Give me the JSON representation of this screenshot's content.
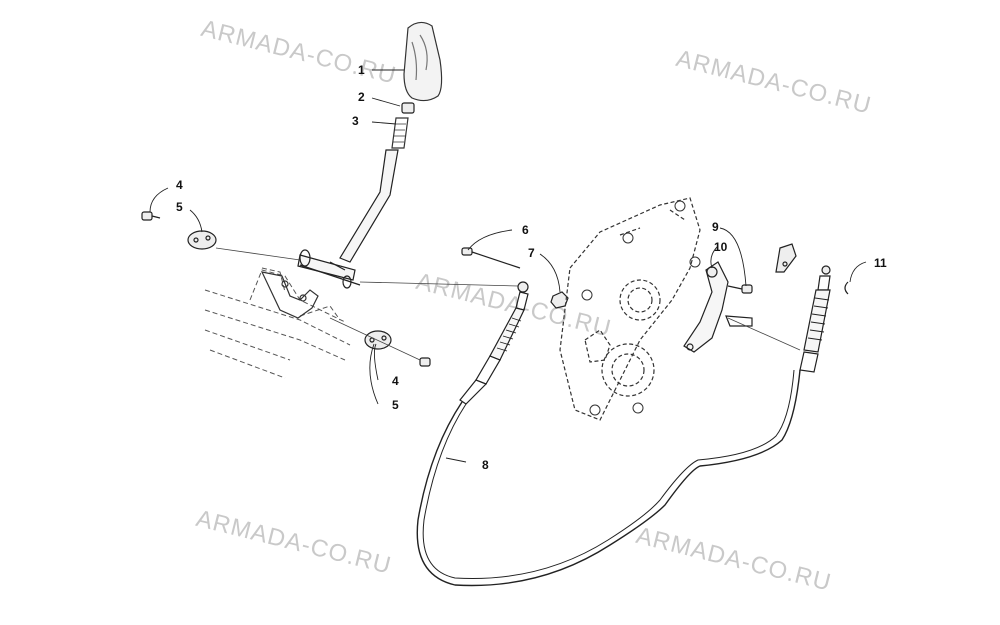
{
  "watermark": "ARMADA-CO.RU",
  "callouts": {
    "c1": "1",
    "c2": "2",
    "c3": "3",
    "c4a": "4",
    "c5a": "5",
    "c6": "6",
    "c7": "7",
    "c8": "8",
    "c9": "9",
    "c10": "10",
    "c11": "11",
    "c4b": "4",
    "c5b": "5"
  },
  "colors": {
    "line": "#222222",
    "watermark": "#c9c9c9",
    "background": "#ffffff"
  }
}
